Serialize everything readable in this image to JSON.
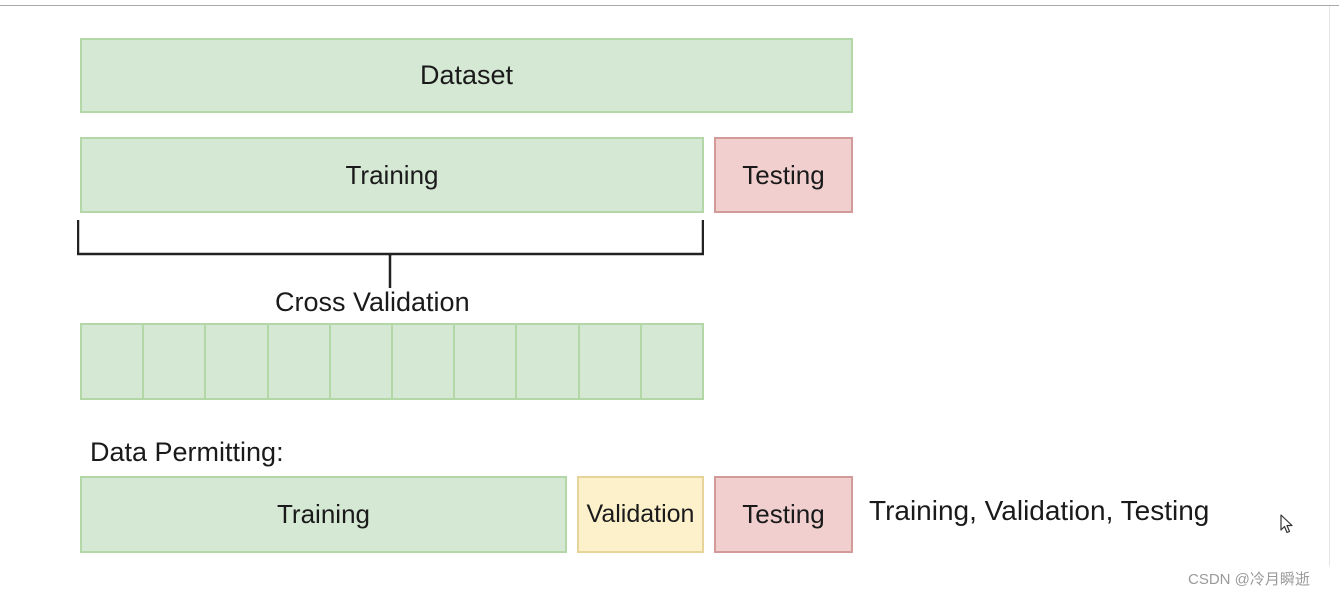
{
  "diagram": {
    "dataset": "Dataset",
    "split": {
      "training": "Training",
      "testing": "Testing"
    },
    "cross_validation": {
      "label": "Cross Validation",
      "fold_count": 10
    },
    "data_permitting": {
      "label": "Data Permitting:",
      "training": "Training",
      "validation": "Validation",
      "testing": "Testing",
      "summary": "Training, Validation, Testing"
    }
  },
  "colors": {
    "green": "#d5e8d4",
    "red": "#f2cfcf",
    "yellow": "#fdf1cc"
  },
  "icons": [
    "cursor-arrow-icon"
  ],
  "watermark": "CSDN @冷月瞬逝"
}
